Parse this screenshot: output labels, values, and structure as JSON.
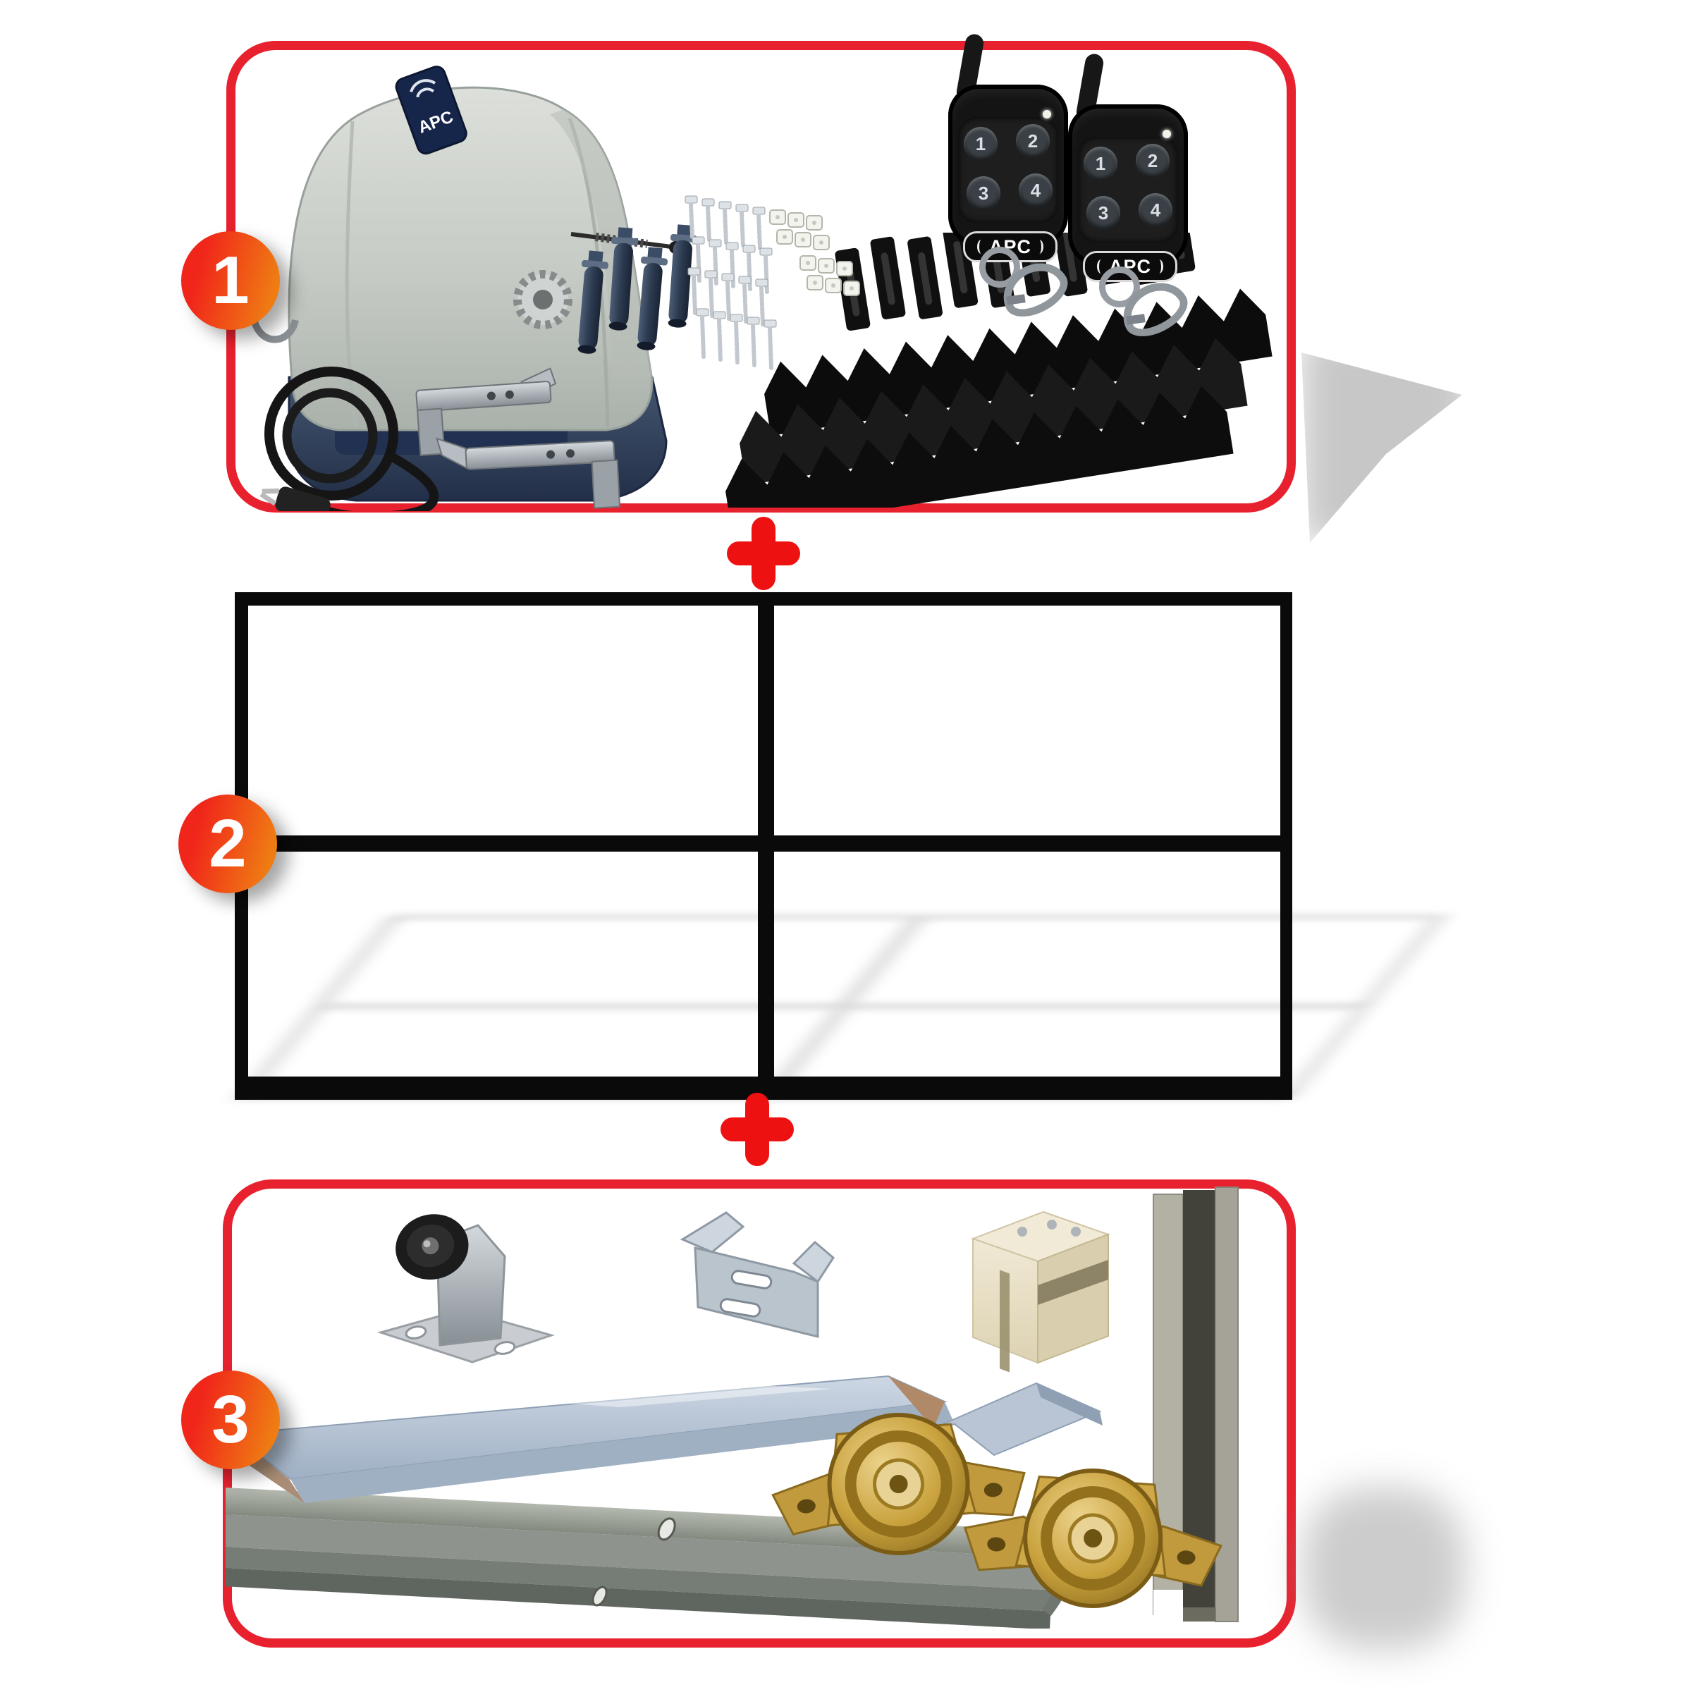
{
  "image": {
    "description": "Sliding gate automation kit collage: motor kit plus gate frame plus hardware pack",
    "background": "#ffffff"
  },
  "colors": {
    "box_border_red": "#e8212e",
    "plus_red": "#ee1111",
    "badge_gradient_start": "#f0261a",
    "badge_gradient_end": "#ef7d13",
    "gate_frame_black": "#0a0a0a",
    "motor_cover_gray": "#c9cec9",
    "motor_base_navy": "#32425c",
    "rack_black": "#101010",
    "steel_gray": "#b9bfc3",
    "zinc_gold": "#caa440",
    "nylon_cream": "#e9e1c8"
  },
  "badges": [
    {
      "label": "1"
    },
    {
      "label": "2"
    },
    {
      "label": "3"
    }
  ],
  "plus_signs": [
    {
      "label": "+"
    },
    {
      "label": "+"
    }
  ],
  "section1": {
    "motor": {
      "logo": "APC"
    },
    "remotes": {
      "brand": "APC",
      "buttons": [
        "1",
        "2",
        "3",
        "4"
      ]
    },
    "parts": [
      "sliding-gate-motor",
      "coiled-power-cable-au-plug",
      "limit-stop-brackets",
      "anchor-bolts",
      "self-drilling-screws",
      "wall-plugs",
      "remote-controls",
      "nylon-gear-racks"
    ]
  },
  "section2": {
    "parts": [
      "steel-gate-frame"
    ]
  },
  "section3": {
    "parts": [
      "gate-end-stop-roller",
      "u-guide-bracket",
      "nylon-guide-block",
      "c-channel-receiver-post",
      "steel-angle-track",
      "galvanised-ground-rail",
      "v-groove-gate-wheels"
    ]
  }
}
